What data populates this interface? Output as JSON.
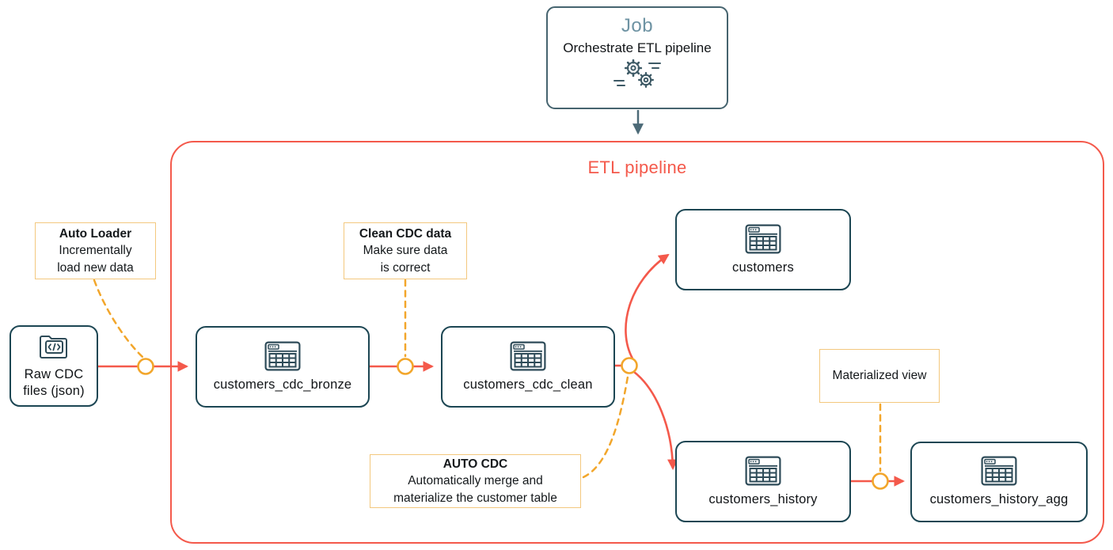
{
  "job": {
    "title": "Job",
    "subtitle": "Orchestrate ETL pipeline"
  },
  "pipeline": {
    "title": "ETL pipeline"
  },
  "nodes": {
    "raw": {
      "line1": "Raw CDC",
      "line2": "files (json)"
    },
    "bronze": {
      "label": "customers_cdc_bronze"
    },
    "clean": {
      "label": "customers_cdc_clean"
    },
    "customers": {
      "label": "customers"
    },
    "history": {
      "label": "customers_history"
    },
    "history_agg": {
      "label": "customers_history_agg"
    }
  },
  "annotations": {
    "auto_loader": {
      "title": "Auto Loader",
      "line1": "Incrementally",
      "line2": "load new data"
    },
    "clean_cdc": {
      "title": "Clean CDC data",
      "line1": "Make sure data",
      "line2": "is correct"
    },
    "auto_cdc": {
      "title": "AUTO CDC",
      "line1": "Automatically merge and",
      "line2": "materialize the customer table"
    },
    "materialized_view": {
      "title": "Materialized view"
    }
  },
  "icons": {
    "job": "gears-icon",
    "source": "folder-code-icon",
    "table": "table-icon"
  },
  "colors": {
    "arrow_red": "#F4594B",
    "node_border_teal": "#1C4653",
    "junction_amber": "#F2A62B",
    "annotation_border": "#F3C87E",
    "job_border_slate": "#46646F",
    "job_title_blue": "#6E93A3",
    "text_black": "#111417"
  }
}
